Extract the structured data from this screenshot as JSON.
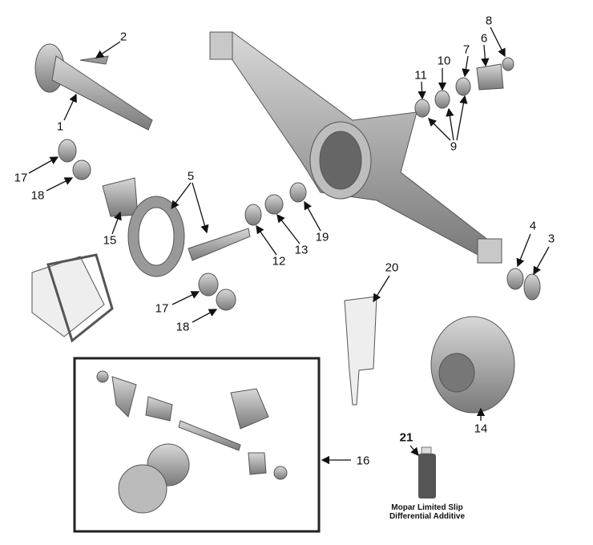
{
  "title": "Rear Axle Exploded Parts Diagram",
  "callouts": {
    "c1": "1",
    "c2": "2",
    "c3": "3",
    "c4": "4",
    "c5": "5",
    "c6": "6",
    "c7": "7",
    "c8": "8",
    "c9": "9",
    "c10": "10",
    "c11": "11",
    "c12": "12",
    "c13": "13",
    "c14": "14",
    "c15": "15",
    "c16": "16",
    "c17a": "17",
    "c17b": "17",
    "c18a": "18",
    "c18b": "18",
    "c19": "19",
    "c20": "20",
    "c21": "21"
  },
  "additive": {
    "line1": "Mopar Limited Slip",
    "line2": "Differential Additive"
  },
  "colors": {
    "part": "#a8a8a8",
    "part_dark": "#6e6e6e",
    "outline": "#222222"
  }
}
